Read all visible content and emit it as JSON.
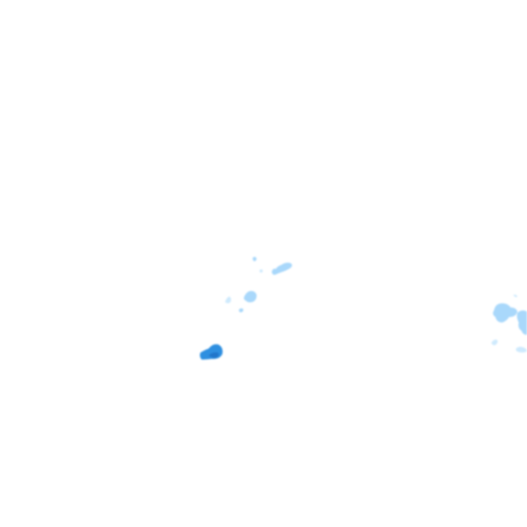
{
  "map": {
    "background_color": "#ffffff",
    "layer": "precipitation-radar-overlay",
    "intensity_colors": {
      "very_light": "#cfeafd",
      "light": "#a9d8fb",
      "moderate": "#6fbcf4",
      "heavy": "#2f8fe0"
    },
    "echoes": [
      {
        "id": "echo-a",
        "intensity": "light"
      },
      {
        "id": "echo-b",
        "intensity": "very_light"
      },
      {
        "id": "echo-c",
        "intensity": "light"
      },
      {
        "id": "echo-d",
        "intensity": "light"
      },
      {
        "id": "echo-e",
        "intensity": "very_light"
      },
      {
        "id": "echo-f",
        "intensity": "light"
      },
      {
        "id": "echo-g",
        "intensity": "very_light"
      },
      {
        "id": "echo-h",
        "intensity": "very_light"
      },
      {
        "id": "echo-i",
        "intensity": "heavy"
      },
      {
        "id": "echo-j",
        "intensity": "light"
      },
      {
        "id": "echo-k",
        "intensity": "light"
      },
      {
        "id": "echo-l",
        "intensity": "very_light"
      }
    ]
  }
}
